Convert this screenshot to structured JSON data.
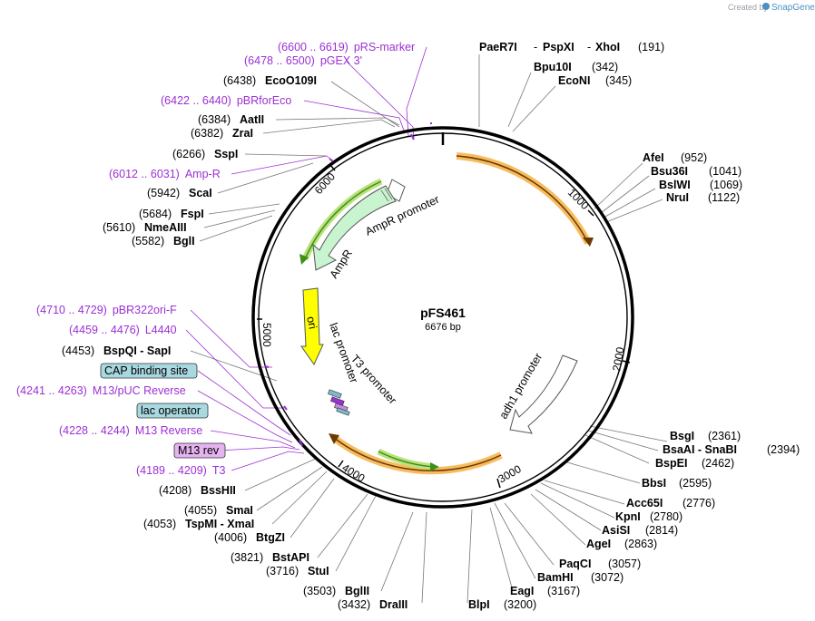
{
  "credit": {
    "prefix": "Created by",
    "brand": "SnapGene"
  },
  "plasmid": {
    "name": "pFS461",
    "length_label": "6676 bp"
  },
  "ticks": [
    "1000",
    "2000",
    "3000",
    "4000",
    "5000",
    "6000"
  ],
  "inner_labels": {
    "ampr_promoter": "AmpR promoter",
    "ampr": "AmpR",
    "ori": "ori",
    "lac_promoter": "lac promoter",
    "t3_promoter": "T3 promoter",
    "adh1_promoter": "adh1 promoter"
  },
  "top_site": {
    "n1": "PaeR7I",
    "sep1": "-",
    "n2": "PspXI",
    "sep2": "-",
    "n3": "XhoI",
    "pos": "(191)"
  },
  "sites_right": [
    {
      "name": "Bpu10I",
      "pos": "(342)"
    },
    {
      "name": "EcoNI",
      "pos": "(345)"
    },
    {
      "name": "AfeI",
      "pos": "(952)"
    },
    {
      "name": "Bsu36I",
      "pos": "(1041)"
    },
    {
      "name": "BslWI",
      "pos": "(1069)"
    },
    {
      "name": "NruI",
      "pos": "(1122)"
    },
    {
      "name": "BsgI",
      "pos": "(2361)"
    },
    {
      "name": "BsaAI - SnaBI",
      "pos": "(2394)"
    },
    {
      "name": "BspEI",
      "pos": "(2462)"
    },
    {
      "name": "BbsI",
      "pos": "(2595)"
    },
    {
      "name": "Acc65I",
      "pos": "(2776)"
    },
    {
      "name": "KpnI",
      "pos": "(2780)"
    },
    {
      "name": "AsiSI",
      "pos": "(2814)"
    },
    {
      "name": "AgeI",
      "pos": "(2863)"
    },
    {
      "name": "PaqCI",
      "pos": "(3057)"
    },
    {
      "name": "BamHI",
      "pos": "(3072)"
    },
    {
      "name": "EagI",
      "pos": "(3167)"
    },
    {
      "name": "BlpI",
      "pos": "(3200)"
    }
  ],
  "sites_left": [
    {
      "name": "DraIII",
      "pos": "(3432)"
    },
    {
      "name": "BglII",
      "pos": "(3503)"
    },
    {
      "name": "StuI",
      "pos": "(3716)"
    },
    {
      "name": "BstAPI",
      "pos": "(3821)"
    },
    {
      "name": "BtgZI",
      "pos": "(4006)"
    },
    {
      "name": "TspMI - XmaI",
      "pos": "(4053)"
    },
    {
      "name": "SmaI",
      "pos": "(4055)"
    },
    {
      "name": "BssHII",
      "pos": "(4208)"
    },
    {
      "name": "BspQI - SapI",
      "pos": "(4453)"
    },
    {
      "name": "BglI",
      "pos": "(5582)"
    },
    {
      "name": "NmeAIII",
      "pos": "(5610)"
    },
    {
      "name": "FspI",
      "pos": "(5684)"
    },
    {
      "name": "ScaI",
      "pos": "(5942)"
    },
    {
      "name": "SspI",
      "pos": "(6266)"
    },
    {
      "name": "ZraI",
      "pos": "(6382)"
    },
    {
      "name": "AatII",
      "pos": "(6384)"
    },
    {
      "name": "EcoO109I",
      "pos": "(6438)"
    }
  ],
  "features": [
    {
      "range": "(6600 .. 6619)",
      "name": "pRS-marker"
    },
    {
      "range": "(6478 .. 6500)",
      "name": "pGEX 3'"
    },
    {
      "range": "(6422 .. 6440)",
      "name": "pBRforEco"
    },
    {
      "range": "(6012 .. 6031)",
      "name": "Amp-R"
    },
    {
      "range": "(4710 .. 4729)",
      "name": "pBR322ori-F"
    },
    {
      "range": "(4459 .. 4476)",
      "name": "L4440"
    },
    {
      "range": "(4241 .. 4263)",
      "name": "M13/pUC Reverse"
    },
    {
      "range": "(4228 .. 4244)",
      "name": "M13 Reverse"
    },
    {
      "range": "(4189 .. 4209)",
      "name": "T3"
    }
  ],
  "boxed": {
    "cap": "CAP binding site",
    "lacop": "lac operator",
    "m13rev": "M13 rev"
  },
  "colors": {
    "feature_purple": "#9b30d4",
    "orf_orange": "#f4a01c",
    "orf_green": "#3f8f1a",
    "ampr_fill": "#c8f5cf",
    "ori_yellow": "#ffff00",
    "cap_box": "#a8d8e0",
    "m13_box": "#e5b3f0"
  }
}
